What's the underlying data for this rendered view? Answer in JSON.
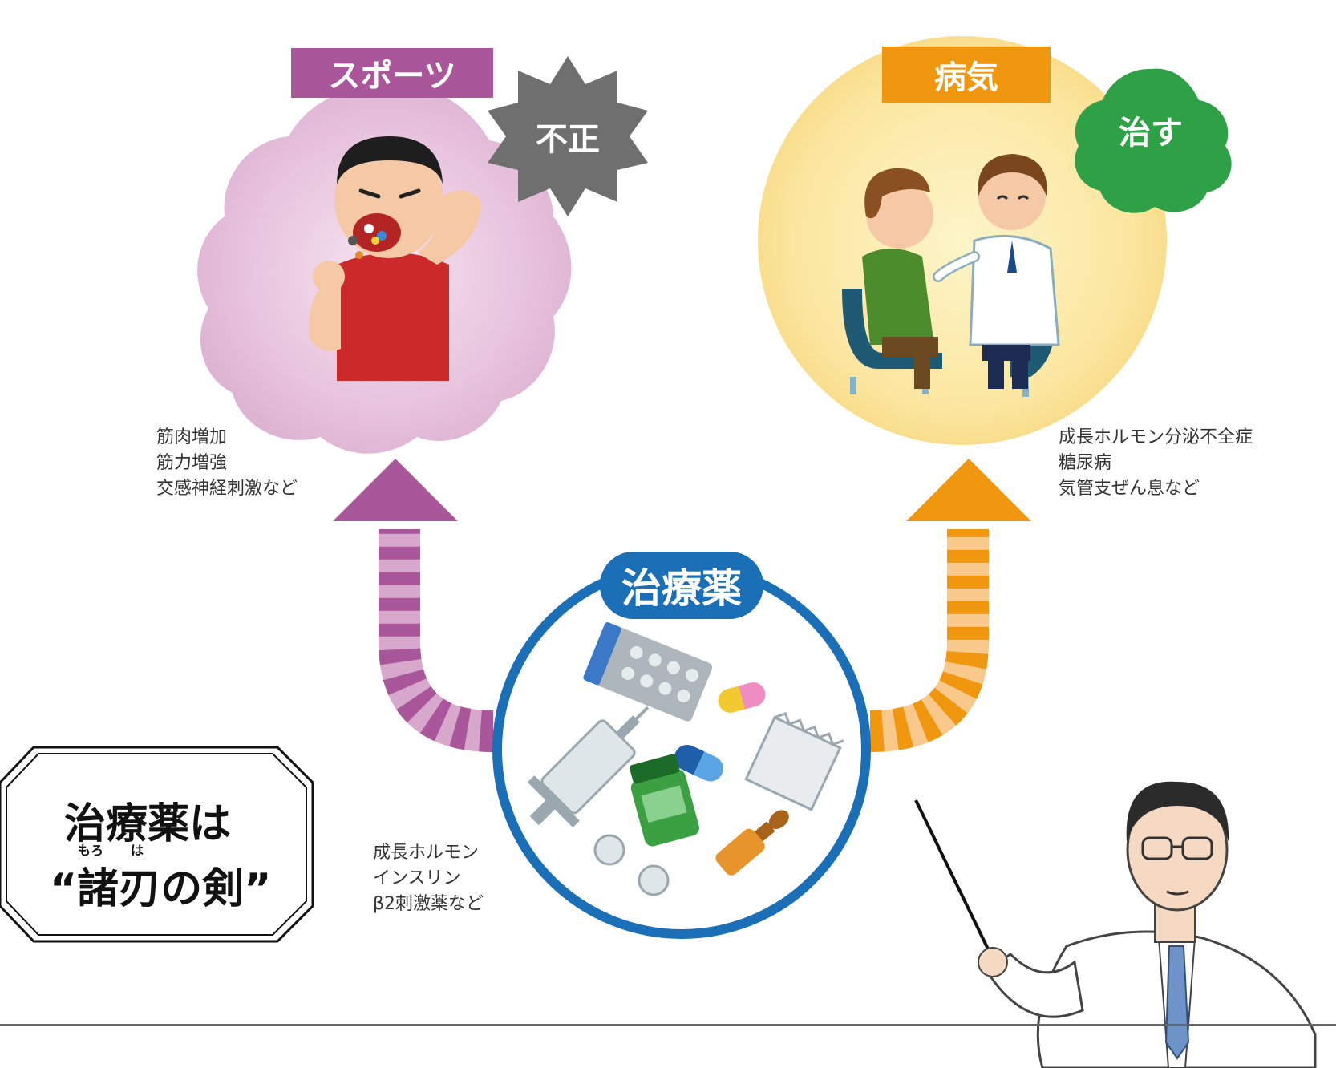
{
  "sports": {
    "label": "スポーツ",
    "badge": "不正",
    "effects": [
      "筋肉増加",
      "筋力増強",
      "交感神経刺激など"
    ]
  },
  "illness": {
    "label": "病気",
    "badge": "治す",
    "conditions": [
      "成長ホルモン分泌不全症",
      "糖尿病",
      "気管支ぜん息など"
    ]
  },
  "medicine": {
    "label": "治療薬",
    "drugs": [
      "成長ホルモン",
      "インスリン",
      "β2刺激薬など"
    ]
  },
  "callout": {
    "line1": "治療薬は",
    "ruby_1": "もろ",
    "ruby_2": "は",
    "open_quote": "“",
    "line2": "諸刃の剣",
    "close_quote": "”"
  },
  "colors": {
    "sports": "#a9569b",
    "illness": "#f0960f",
    "medicine": "#1a6fb6",
    "foul": "#6f6f6f",
    "cure": "#2ea045"
  }
}
